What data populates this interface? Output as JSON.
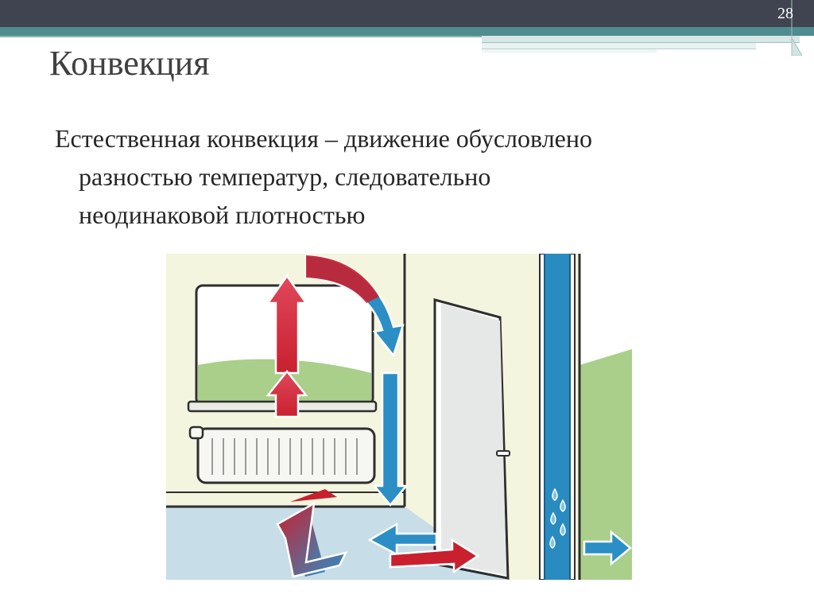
{
  "slide": {
    "number": "28",
    "title": "Конвекция",
    "body_lines": [
      "Естественная конвекция – движение обусловлено",
      "разностью температур, следовательно",
      "неодинаковой плотностью"
    ]
  },
  "illustration": {
    "name": "room-convection-illustration",
    "colors": {
      "wall": "#f3f5de",
      "floor": "#c7dde7",
      "sky": "#ffffff",
      "grass": "#a9cf8a",
      "door": "#e6e8e8",
      "pipe": "#2a8bc0",
      "warm_arrow": "#c8202f",
      "cool_arrow": "#2b8fc6",
      "outline": "#2e2e2e"
    },
    "icons": [
      "warm-air-up-arrow",
      "cool-air-down-arrow",
      "floor-air-arrow",
      "water-droplet-icon"
    ]
  }
}
